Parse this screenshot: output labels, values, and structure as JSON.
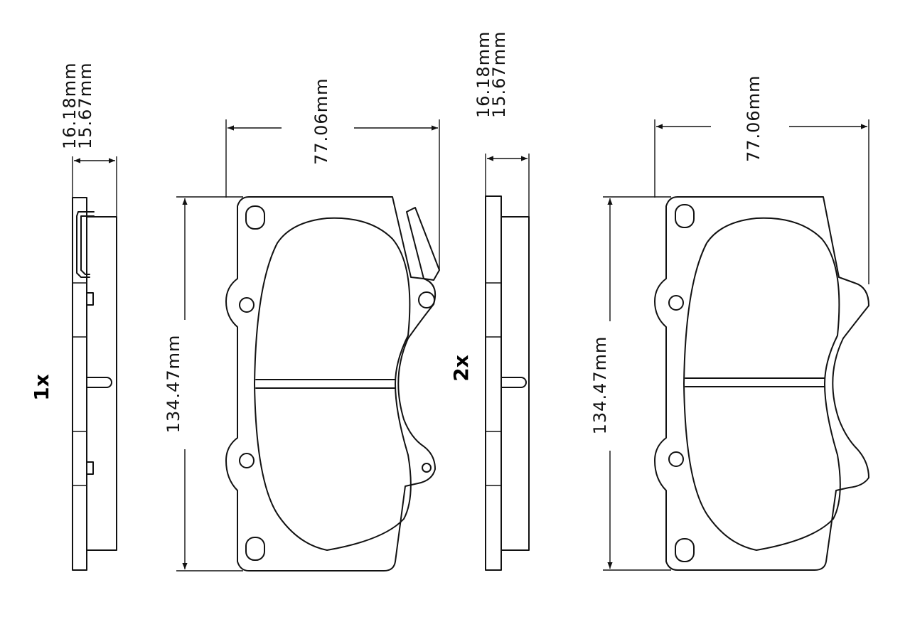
{
  "views": {
    "set1": {
      "quantity": "1x",
      "thickness_total": "16.18mm",
      "thickness_backing": "15.67mm",
      "width": "77.06mm",
      "length": "134.47mm"
    },
    "set2": {
      "quantity": "2x",
      "thickness_total": "16.18mm",
      "thickness_backing": "15.67mm",
      "width": "77.06mm",
      "length": "134.47mm"
    }
  },
  "colors": {
    "line": "#111111",
    "background": "#ffffff"
  }
}
